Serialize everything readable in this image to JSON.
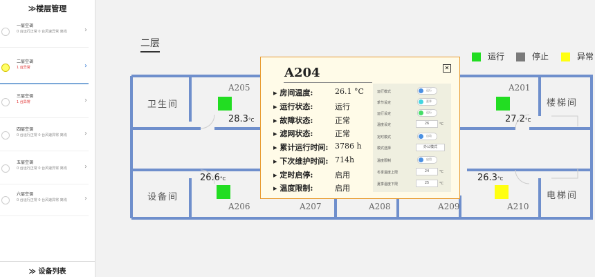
{
  "sidebar": {
    "header": "≫楼层管理",
    "footer": "≫ 设备列表",
    "items": [
      {
        "title": "一层空调",
        "sub": "0 台运行正常  0 台风速异常  离线",
        "status": "normal"
      },
      {
        "title": "二层空调",
        "sub": "1 台异常",
        "status": "alert"
      },
      {
        "title": "三层空调",
        "sub": "1 台异常",
        "status": "alert"
      },
      {
        "title": "四层空调",
        "sub": "0 台运行正常  0 台风速异常  离线",
        "status": "normal"
      },
      {
        "title": "五层空调",
        "sub": "0 台运行正常  0 台风速异常  离线",
        "status": "normal"
      },
      {
        "title": "六层空调",
        "sub": "0 台运行正常  0 台风速异常  离线",
        "status": "normal"
      }
    ]
  },
  "floor": {
    "title": "二层"
  },
  "legend": [
    {
      "label": "运行",
      "color": "#22dd22"
    },
    {
      "label": "停止",
      "color": "#7a7a7a"
    },
    {
      "label": "异常",
      "color": "#ffff11"
    }
  ],
  "rooms": {
    "bathroom": "卫生间",
    "stairs": "楼梯间",
    "equipment": "设备间",
    "elevator": "电梯间",
    "a205": {
      "name": "A205",
      "temp": "28.3",
      "unit": "°C"
    },
    "a201": {
      "name": "A201",
      "temp": "27.2",
      "unit": "°C"
    },
    "a206": {
      "name": "A206",
      "temp": "26.6",
      "unit": "°C"
    },
    "a210": {
      "name": "A210",
      "temp": "26.3",
      "unit": "°C"
    },
    "a207": "A207",
    "a208": "A208",
    "a209": "A209"
  },
  "popup": {
    "title": "A204",
    "close": "✕",
    "rows": [
      {
        "label": "房间温度:",
        "value": "26.1 °C"
      },
      {
        "label": "运行状态:",
        "value": "运行"
      },
      {
        "label": "故障状态:",
        "value": "正常"
      },
      {
        "label": "滤网状态:",
        "value": "正常"
      },
      {
        "label": "累计运行时间:",
        "value": "3786 h"
      },
      {
        "label": "下次维护时间:",
        "value": "714h"
      },
      {
        "label": "定时启停:",
        "value": "启用"
      },
      {
        "label": "温度限制:",
        "value": "启用"
      }
    ],
    "controls": [
      {
        "label": "运行模式",
        "type": "toggle",
        "text": "运行",
        "color": "#4a90e2"
      },
      {
        "label": "季节设定",
        "type": "toggle",
        "text": "夏季",
        "color": "#41d5e0"
      },
      {
        "label": "运行设定",
        "type": "toggle",
        "text": "运行",
        "color": "#44dd66"
      },
      {
        "label": "温度设定",
        "type": "input",
        "text": "26",
        "unit": "°C"
      },
      {
        "label": "定时模式",
        "type": "toggle",
        "text": "自动",
        "color": "#4a90e2"
      },
      {
        "label": "模式选择",
        "type": "input",
        "text": "办公模式",
        "unit": ""
      },
      {
        "label": "温度限制",
        "type": "toggle",
        "text": "启用",
        "color": "#4a90e2"
      },
      {
        "label": "冬季温度上限",
        "type": "input",
        "text": "24",
        "unit": "°C"
      },
      {
        "label": "夏季温度下限",
        "type": "input",
        "text": "25",
        "unit": "°C"
      }
    ]
  }
}
